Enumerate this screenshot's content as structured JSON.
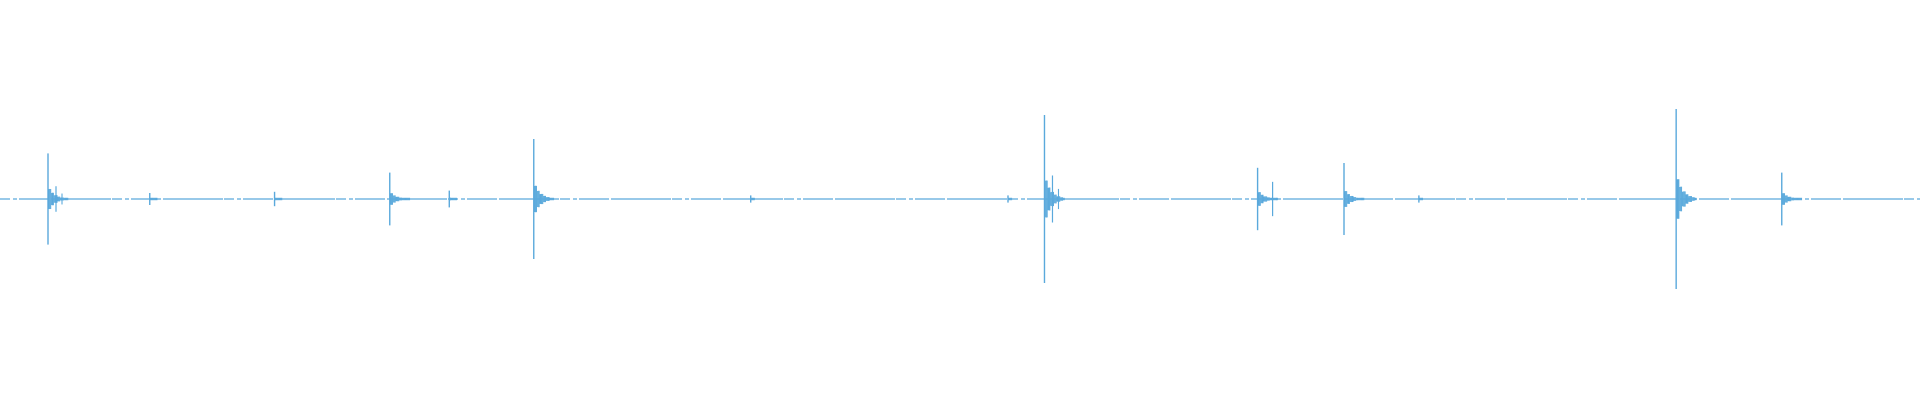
{
  "waveform": {
    "color": "#5aa9dc",
    "background": "#ffffff",
    "peaks": [
      {
        "t": 0.025,
        "amp": 0.38,
        "pattern": "cluster"
      },
      {
        "t": 0.078,
        "amp": 0.05,
        "pattern": "small"
      },
      {
        "t": 0.143,
        "amp": 0.06,
        "pattern": "small"
      },
      {
        "t": 0.203,
        "amp": 0.22,
        "pattern": "single"
      },
      {
        "t": 0.234,
        "amp": 0.07,
        "pattern": "small"
      },
      {
        "t": 0.278,
        "amp": 0.5,
        "pattern": "single"
      },
      {
        "t": 0.391,
        "amp": 0.03,
        "pattern": "tiny"
      },
      {
        "t": 0.525,
        "amp": 0.03,
        "pattern": "tiny"
      },
      {
        "t": 0.544,
        "amp": 0.7,
        "pattern": "cluster"
      },
      {
        "t": 0.655,
        "amp": 0.26,
        "pattern": "double"
      },
      {
        "t": 0.7,
        "amp": 0.3,
        "pattern": "single"
      },
      {
        "t": 0.739,
        "amp": 0.03,
        "pattern": "tiny"
      },
      {
        "t": 0.873,
        "amp": 0.75,
        "pattern": "single"
      },
      {
        "t": 0.928,
        "amp": 0.22,
        "pattern": "single"
      }
    ]
  }
}
